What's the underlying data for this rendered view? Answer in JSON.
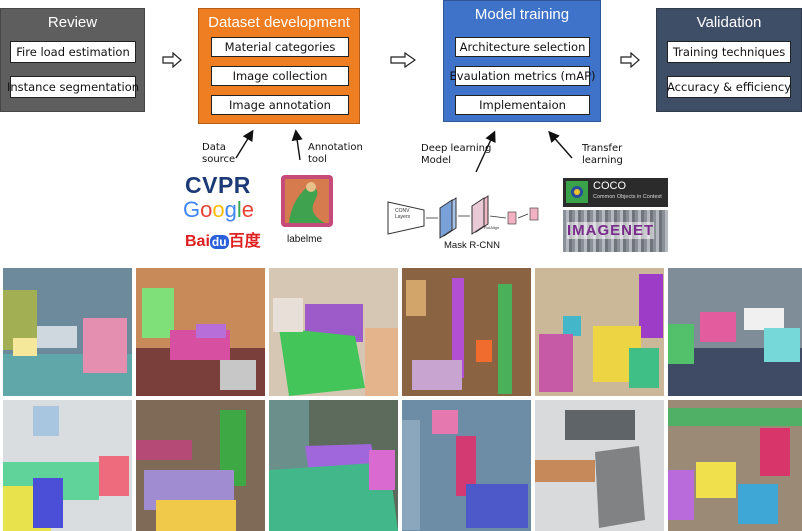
{
  "stages": [
    {
      "title": "Review",
      "items": [
        "Fire load estimation",
        "Instance segmentation"
      ],
      "color": "#5e5e5e"
    },
    {
      "title": "Dataset development",
      "items": [
        "Material categories",
        "Image collection",
        "Image annotation"
      ],
      "color": "#ef7d22"
    },
    {
      "title": "Model training",
      "items": [
        "Architecture selection",
        "Evaulation metrics (mAP)",
        "Implementaion"
      ],
      "color": "#3f73c9"
    },
    {
      "title": "Validation",
      "items": [
        "Training techniques",
        "Accuracy & efficiency"
      ],
      "color": "#3f4e67"
    }
  ],
  "annotations": {
    "data_source": "Data\nsource",
    "annotation_tool": "Annotation\ntool",
    "deep_learning": "Deep learning\nModel",
    "transfer": "Transfer\nlearning"
  },
  "logos": {
    "cvpr": "CVPR",
    "google": [
      "G",
      "o",
      "o",
      "g",
      "l",
      "e"
    ],
    "baidu": "Bai",
    "baidu_du": "du",
    "baidu_cn": "百度",
    "labelme": "labelme",
    "coco_title": "COCO",
    "coco_sub": "Common Objects in Context",
    "imagenet": "IMAGENET"
  },
  "network": {
    "conv": "CONV\nLayers",
    "label": "Mask R-CNN",
    "roi": "RoIAlign"
  },
  "colors": {
    "review": "#5e5e5e",
    "dataset": "#ef7d22",
    "training": "#3f73c9",
    "validation": "#3f4e67"
  }
}
